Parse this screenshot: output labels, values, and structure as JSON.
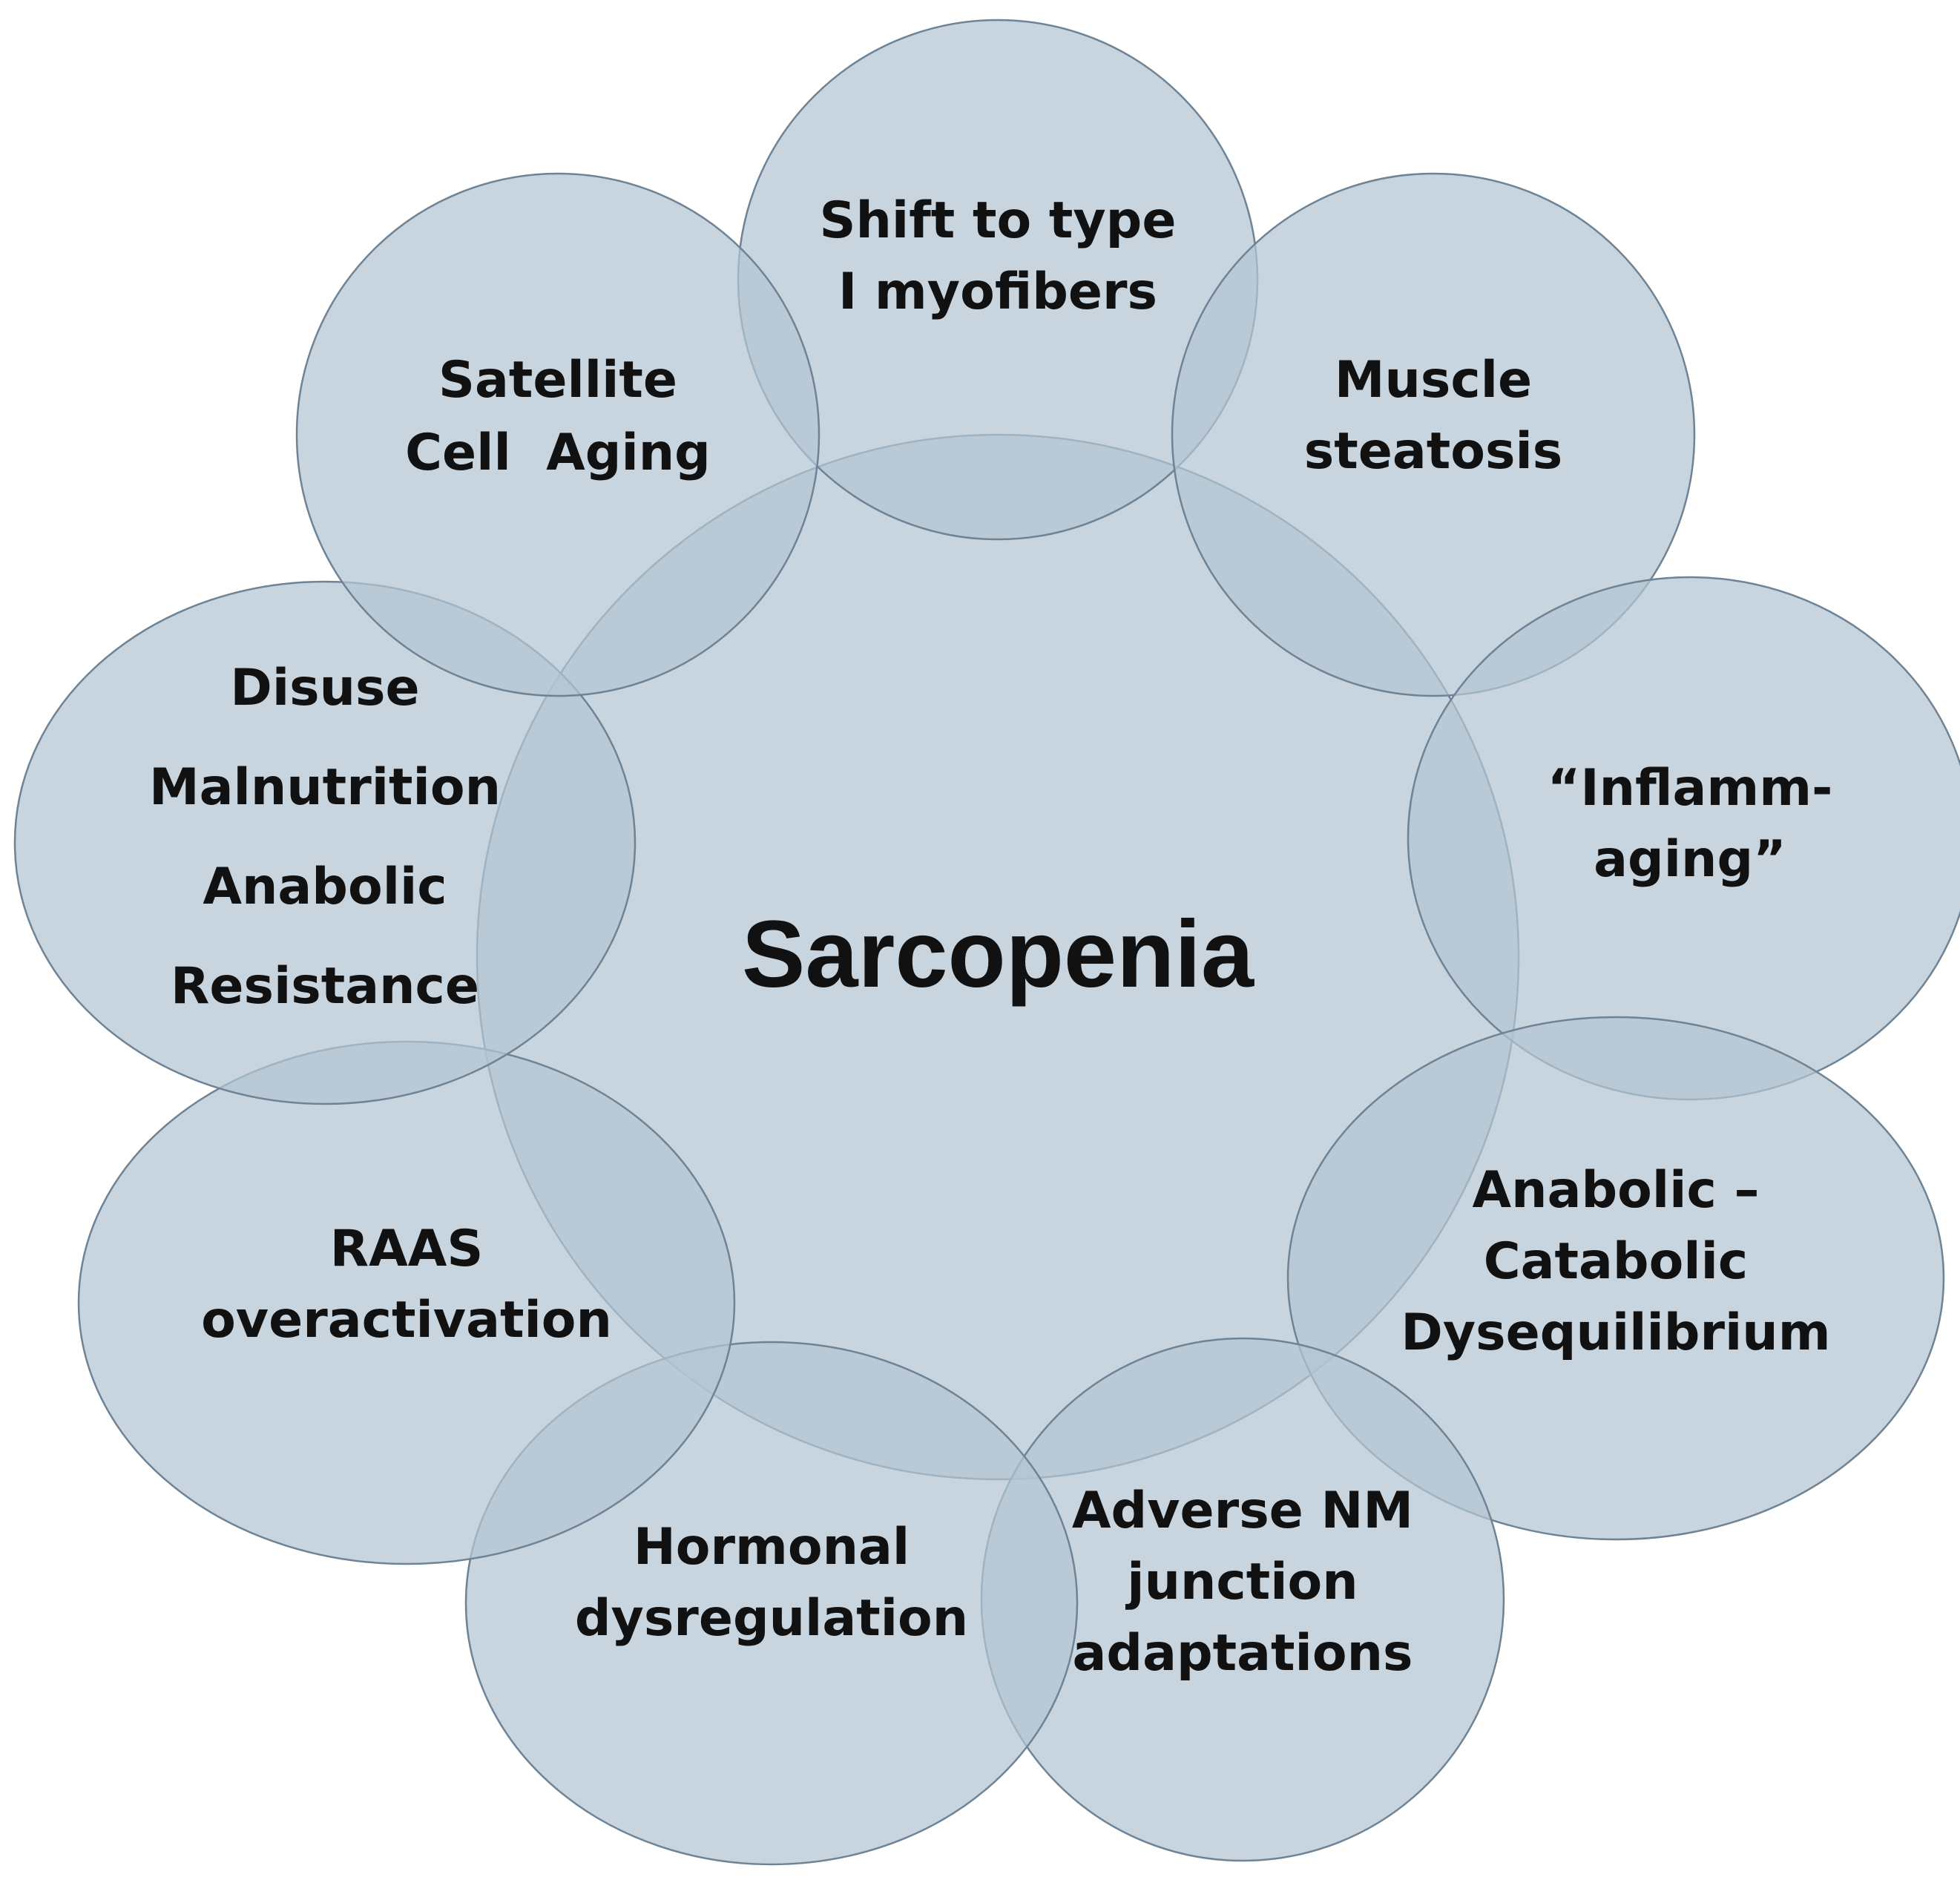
{
  "center": {
    "label": "Sarcopenia"
  },
  "nodes": [
    {
      "id": "shift-to-type-i",
      "lines": [
        "Shift to type",
        "I myofibers"
      ]
    },
    {
      "id": "muscle-steatosis",
      "lines": [
        "Muscle",
        "steatosis"
      ]
    },
    {
      "id": "inflamm-aging",
      "lines": [
        "“Inflamm-",
        "aging”"
      ]
    },
    {
      "id": "anabolic-catabolic",
      "lines": [
        "Anabolic –",
        "Catabolic",
        "Dysequilibrium"
      ]
    },
    {
      "id": "adverse-nm-junction",
      "lines": [
        "Adverse NM",
        "junction",
        "adaptations"
      ]
    },
    {
      "id": "hormonal-dysregulation",
      "lines": [
        "Hormonal",
        "dysregulation"
      ]
    },
    {
      "id": "raas-overactivation",
      "lines": [
        "RAAS",
        "overactivation"
      ]
    },
    {
      "id": "disuse-malnutrition",
      "lines": [
        "Disuse",
        "Malnutrition",
        "Anabolic",
        "Resistance"
      ]
    },
    {
      "id": "satellite-cell-aging",
      "lines": [
        "Satellite",
        "Cell  Aging"
      ]
    }
  ],
  "colors": {
    "fill": "#b3c5d3",
    "stroke": "#6e8496",
    "text": "#111111"
  }
}
